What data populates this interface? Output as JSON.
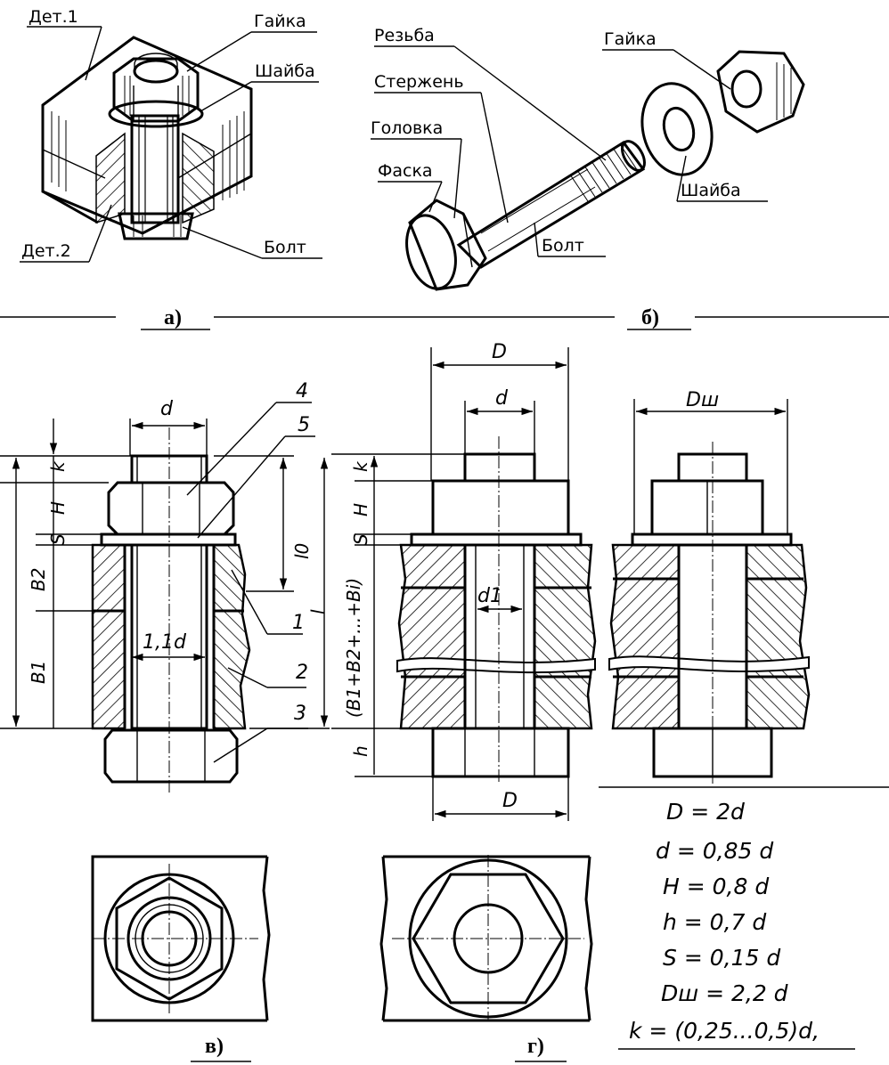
{
  "panel_a": {
    "part1": "Дет.1",
    "nut": "Гайка",
    "washer": "Шайба",
    "part2": "Дет.2",
    "bolt": "Болт"
  },
  "panel_b": {
    "thread": "Резьба",
    "shank": "Стержень",
    "head": "Головка",
    "chamfer": "Фаска",
    "nut": "Гайка",
    "washer": "Шайба",
    "bolt": "Болт"
  },
  "captions": {
    "a": "а)",
    "b": "б)",
    "v": "в)",
    "g": "г)"
  },
  "panel_v": {
    "d": "d",
    "d11": "1,1d",
    "k": "k",
    "H": "H",
    "S": "S",
    "B2": "B2",
    "B1": "B1",
    "l0": "l0",
    "l": "l",
    "c1": "1",
    "c2": "2",
    "c3": "3",
    "c4": "4",
    "c5": "5"
  },
  "panel_g": {
    "D": "D",
    "d": "d",
    "d1": "d1",
    "Dw": "Dш",
    "k": "k",
    "H": "H",
    "S": "S",
    "Bsum": "(B1+B2+...+Bi)",
    "h": "h"
  },
  "formulas": [
    "D = 2d",
    "d = 0,85 d",
    "H = 0,8 d",
    "h = 0,7 d",
    "S = 0,15 d",
    "Dш = 2,2 d",
    "k = (0,25...0,5)d,"
  ]
}
